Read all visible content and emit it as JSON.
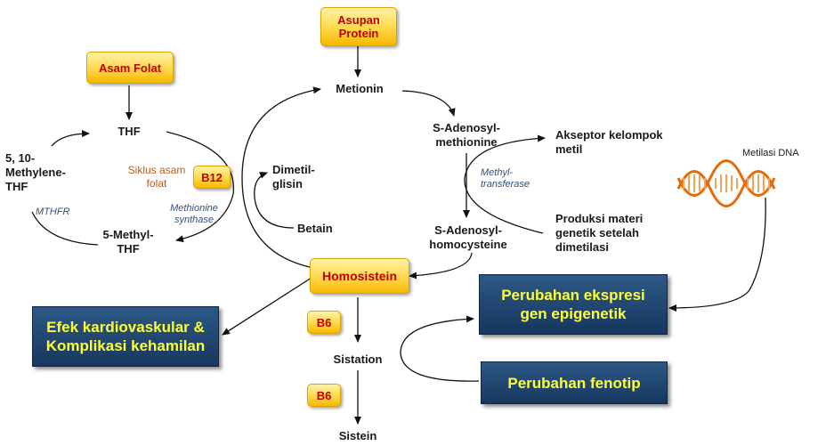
{
  "nodes": {
    "asupan_protein": "Asupan\nProtein",
    "asam_folat": "Asam Folat",
    "metionin": "Metionin",
    "thf": "THF",
    "methylene_thf": "5, 10-\nMethylene-\nTHF",
    "siklus": "Siklus asam\nfolat",
    "b12": "B12",
    "mthfr": "MTHFR",
    "methionine_synthase": "Methionine\nsynthase",
    "methyl_thf": "5-Methyl-\nTHF",
    "dimetilglisin": "Dimetil-\nglisin",
    "betain": "Betain",
    "sam": "S-Adenosyl-\nmethionine",
    "sah": "S-Adenosyl-\nhomocysteine",
    "methyltransferase": "Methyl-\ntransferase",
    "akseptor": "Akseptor kelompok\nmetil",
    "produksi": "Produksi materi\ngenetik setelah\ndimetilasi",
    "metilasi_dna": "Metilasi DNA",
    "homosistein": "Homosistein",
    "b6_a": "B6",
    "b6_b": "B6",
    "sistation": "Sistation",
    "sistein": "Sistein",
    "efek": "Efek kardiovaskular &\nKomplikasi kehamilan",
    "perubahan_ekspresi": "Perubahan ekspresi\ngen epigenetik",
    "perubahan_fenotip": "Perubahan fenotip"
  },
  "colors": {
    "yellow_box_text": "#c00000",
    "blue_box_fill": "#1f4e79",
    "blue_box_text": "#ffff33",
    "enzyme_text": "#2f4f7f",
    "cycle_text": "#c55a11",
    "dna_orange": "#e36c09"
  }
}
